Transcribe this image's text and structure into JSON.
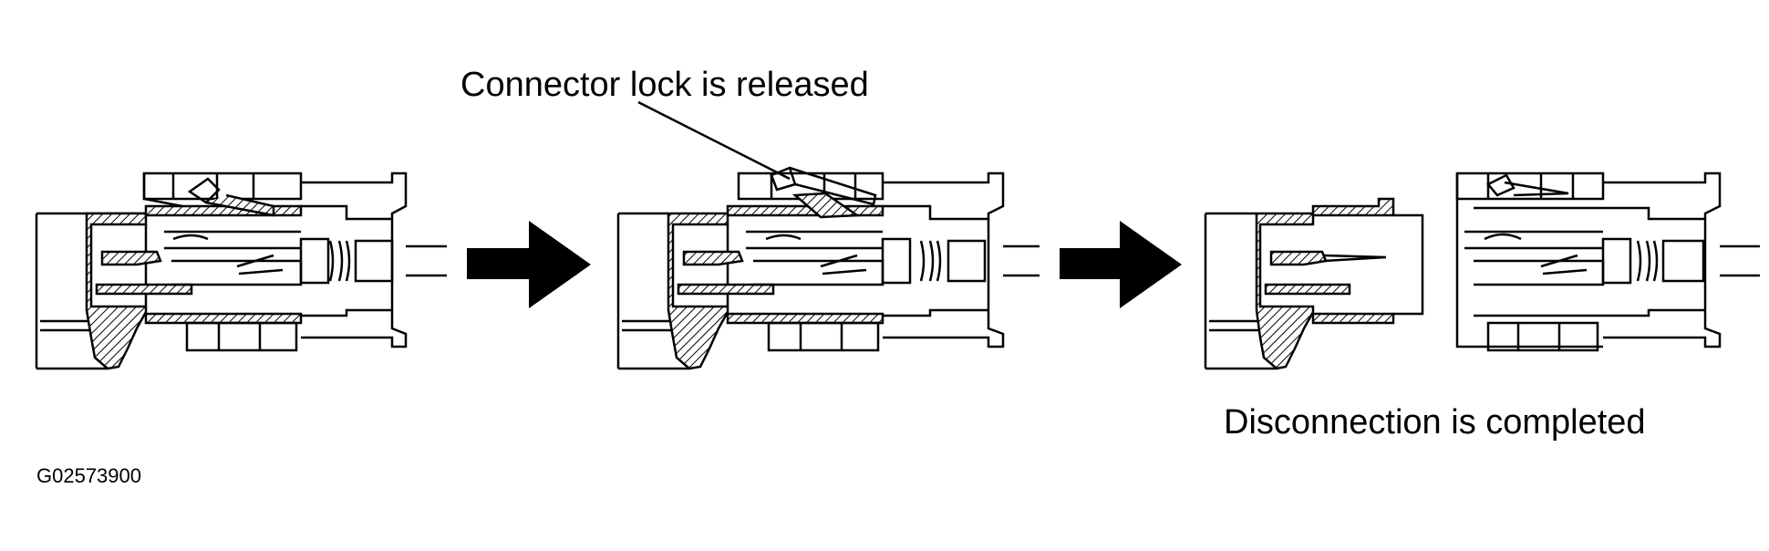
{
  "diagram": {
    "annotations": {
      "lock_released": "Connector lock is released",
      "disconnection_completed": "Disconnection is completed"
    },
    "figure_id": "G02573900",
    "steps": [
      {
        "name": "connected",
        "lock": "engaged"
      },
      {
        "name": "lock-released",
        "lock": "released"
      },
      {
        "name": "disconnected",
        "lock": "released"
      }
    ],
    "icons": [
      "step-arrow-icon",
      "step-arrow-icon"
    ],
    "colors": {
      "ink": "#000000",
      "paper": "#ffffff"
    }
  }
}
